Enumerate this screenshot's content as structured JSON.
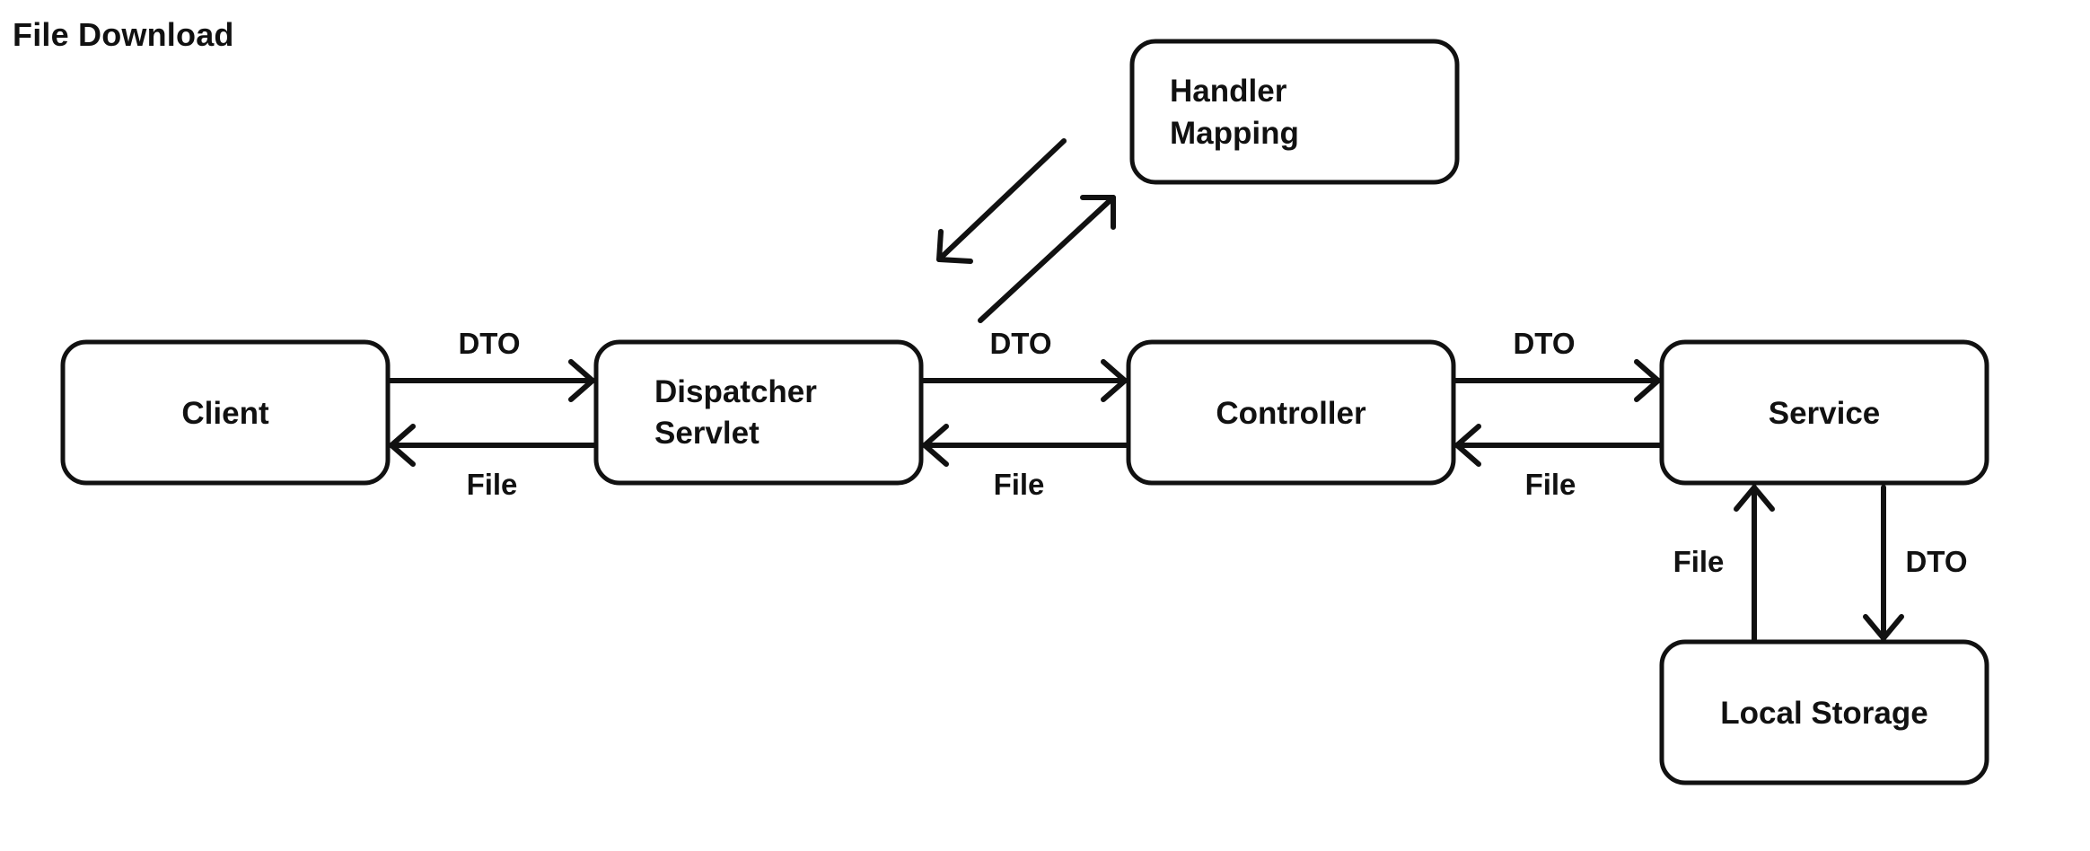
{
  "title": "File Download",
  "nodes": {
    "client": "Client",
    "dispatcher_line1": "Dispatcher",
    "dispatcher_line2": "Servlet",
    "controller": "Controller",
    "service": "Service",
    "handler_line1": "Handler",
    "handler_line2": "Mapping",
    "storage": "Local Storage"
  },
  "edges": {
    "client_to_dispatcher": "DTO",
    "dispatcher_to_client": "File",
    "dispatcher_to_controller": "DTO",
    "controller_to_dispatcher": "File",
    "controller_to_service": "DTO",
    "service_to_controller": "File",
    "storage_to_service": "File",
    "service_to_storage": "DTO"
  }
}
